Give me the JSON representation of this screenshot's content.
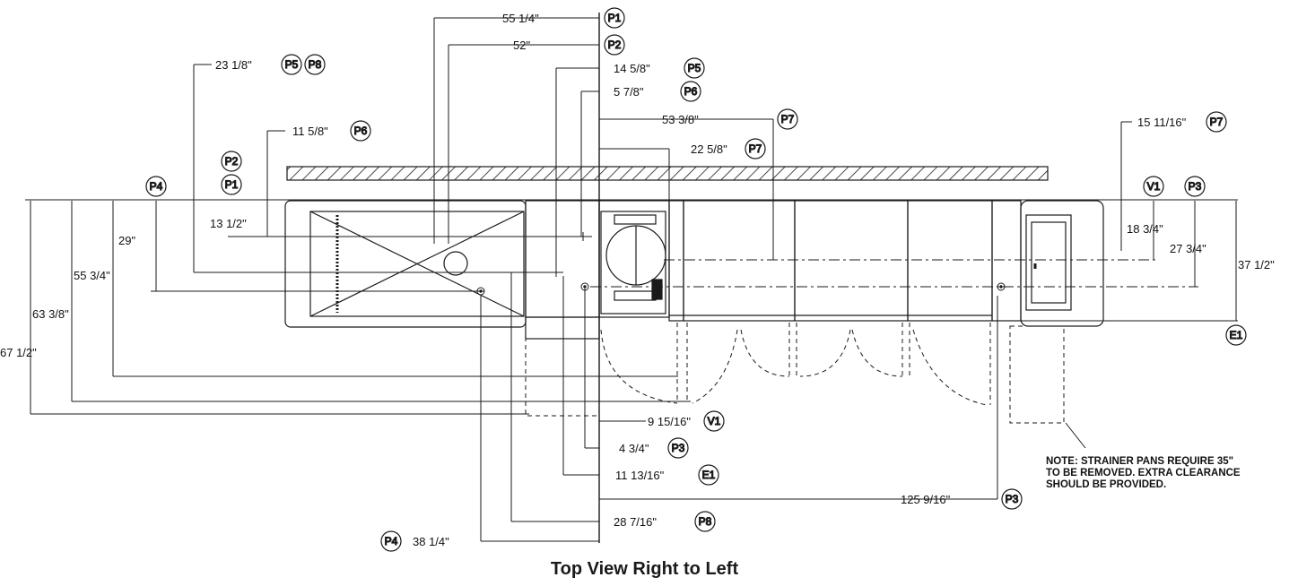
{
  "caption": "Top View Right to Left",
  "note": {
    "lines": [
      "NOTE: STRAINER PANS REQUIRE 35\"",
      "TO BE REMOVED. EXTRA CLEARANCE",
      "SHOULD BE PROVIDED."
    ]
  },
  "top_dimensions": [
    {
      "value": "55 1/4\"",
      "tags": [
        "P1"
      ]
    },
    {
      "value": "52\"",
      "tags": [
        "P2"
      ]
    },
    {
      "value": "23 1/8\"",
      "tags": [
        "P5",
        "P8"
      ]
    },
    {
      "value": "14 5/8\"",
      "tags": [
        "P5"
      ]
    },
    {
      "value": "5 7/8\"",
      "tags": [
        "P6"
      ]
    },
    {
      "value": "53 3/8\"",
      "tags": [
        "P7"
      ]
    },
    {
      "value": "11 5/8\"",
      "tags": [
        "P6"
      ]
    },
    {
      "value": "22 5/8\"",
      "tags": [
        "P7"
      ]
    },
    {
      "value": "15 11/16\"",
      "tags": [
        "P7"
      ]
    }
  ],
  "left_dimensions": [
    "13 1/2\"",
    "29\"",
    "55 3/4\"",
    "63 3/8\"",
    "67 1/2\""
  ],
  "left_tags": [
    "P4",
    "P2",
    "P1"
  ],
  "right_dimensions": [
    "18 3/4\"",
    "27 3/4\"",
    "37 1/2\""
  ],
  "right_tags": [
    "V1",
    "P3",
    "E1"
  ],
  "bottom_dimensions": [
    {
      "value": "9 15/16\"",
      "tag": "V1"
    },
    {
      "value": "4 3/4\"",
      "tag": "P3"
    },
    {
      "value": "11 13/16\"",
      "tag": "E1"
    },
    {
      "value": "125 9/16\"",
      "tag": "P3"
    },
    {
      "value": "28 7/16\"",
      "tag": "P8"
    },
    {
      "value": "38 1/4\"",
      "tag": "P4"
    }
  ]
}
